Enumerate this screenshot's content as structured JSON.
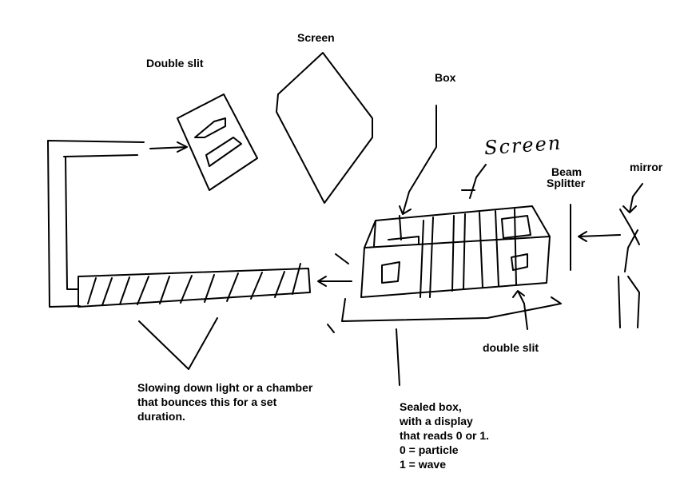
{
  "labels": {
    "double_slit_top": "Double slit",
    "screen_top": "Screen",
    "box": "Box",
    "screen_handwritten": "Screen",
    "beam_splitter_line1": "Beam",
    "beam_splitter_line2": "Splitter",
    "mirror": "mirror",
    "double_slit_bottom": "double slit",
    "slowing_line1": "Slowing down light or a chamber",
    "slowing_line2": "that bounces this for a set",
    "slowing_line3": "duration.",
    "sealed_line1": "Sealed box,",
    "sealed_line2": "with a display",
    "sealed_line3": "that reads 0 or 1.",
    "sealed_line4": "0 = particle",
    "sealed_line5": "1 = wave"
  }
}
